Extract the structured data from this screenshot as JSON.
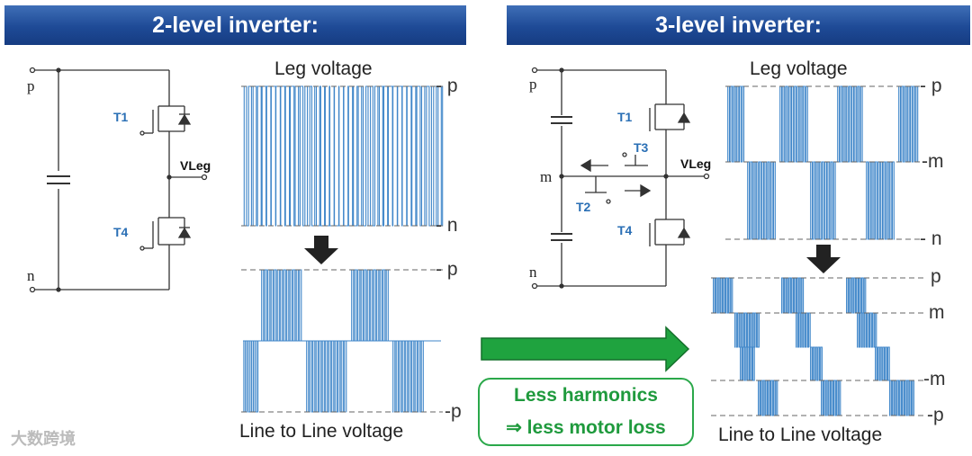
{
  "left": {
    "title": "2-level inverter:",
    "node_p": "p",
    "node_n": "n",
    "switch_top": "T1",
    "switch_bottom": "T4",
    "output_label": "VLeg",
    "leg_voltage_label": "Leg voltage",
    "leg_rail_top": "- p",
    "leg_rail_bottom": "- n",
    "line_rail_top": "- p",
    "line_rail_bottom": "-p",
    "line_voltage_label": "Line to Line voltage"
  },
  "right": {
    "title": "3-level inverter:",
    "node_p": "p",
    "node_m": "m",
    "node_n": "n",
    "switch_t1": "T1",
    "switch_t2": "T2",
    "switch_t3": "T3",
    "switch_t4": "T4",
    "output_label": "VLeg",
    "leg_voltage_label": "Leg voltage",
    "leg_rail_p": "- p",
    "leg_rail_m": "-m",
    "leg_rail_n": "- n",
    "line_rail_p": "p",
    "line_rail_m": "m",
    "line_rail_minus_m": "-m",
    "line_rail_minus_p": "-p",
    "line_voltage_label": "Line to Line voltage"
  },
  "callout": {
    "line1": "Less harmonics",
    "line2": "⇒ less motor loss"
  },
  "watermark": "大数跨境",
  "colors": {
    "banner": "#1e4a96",
    "waveform": "#3f86c9",
    "switch_label": "#2a6fb5",
    "arrow_green": "#1fa33f",
    "callout_text": "#1f9a3d"
  }
}
